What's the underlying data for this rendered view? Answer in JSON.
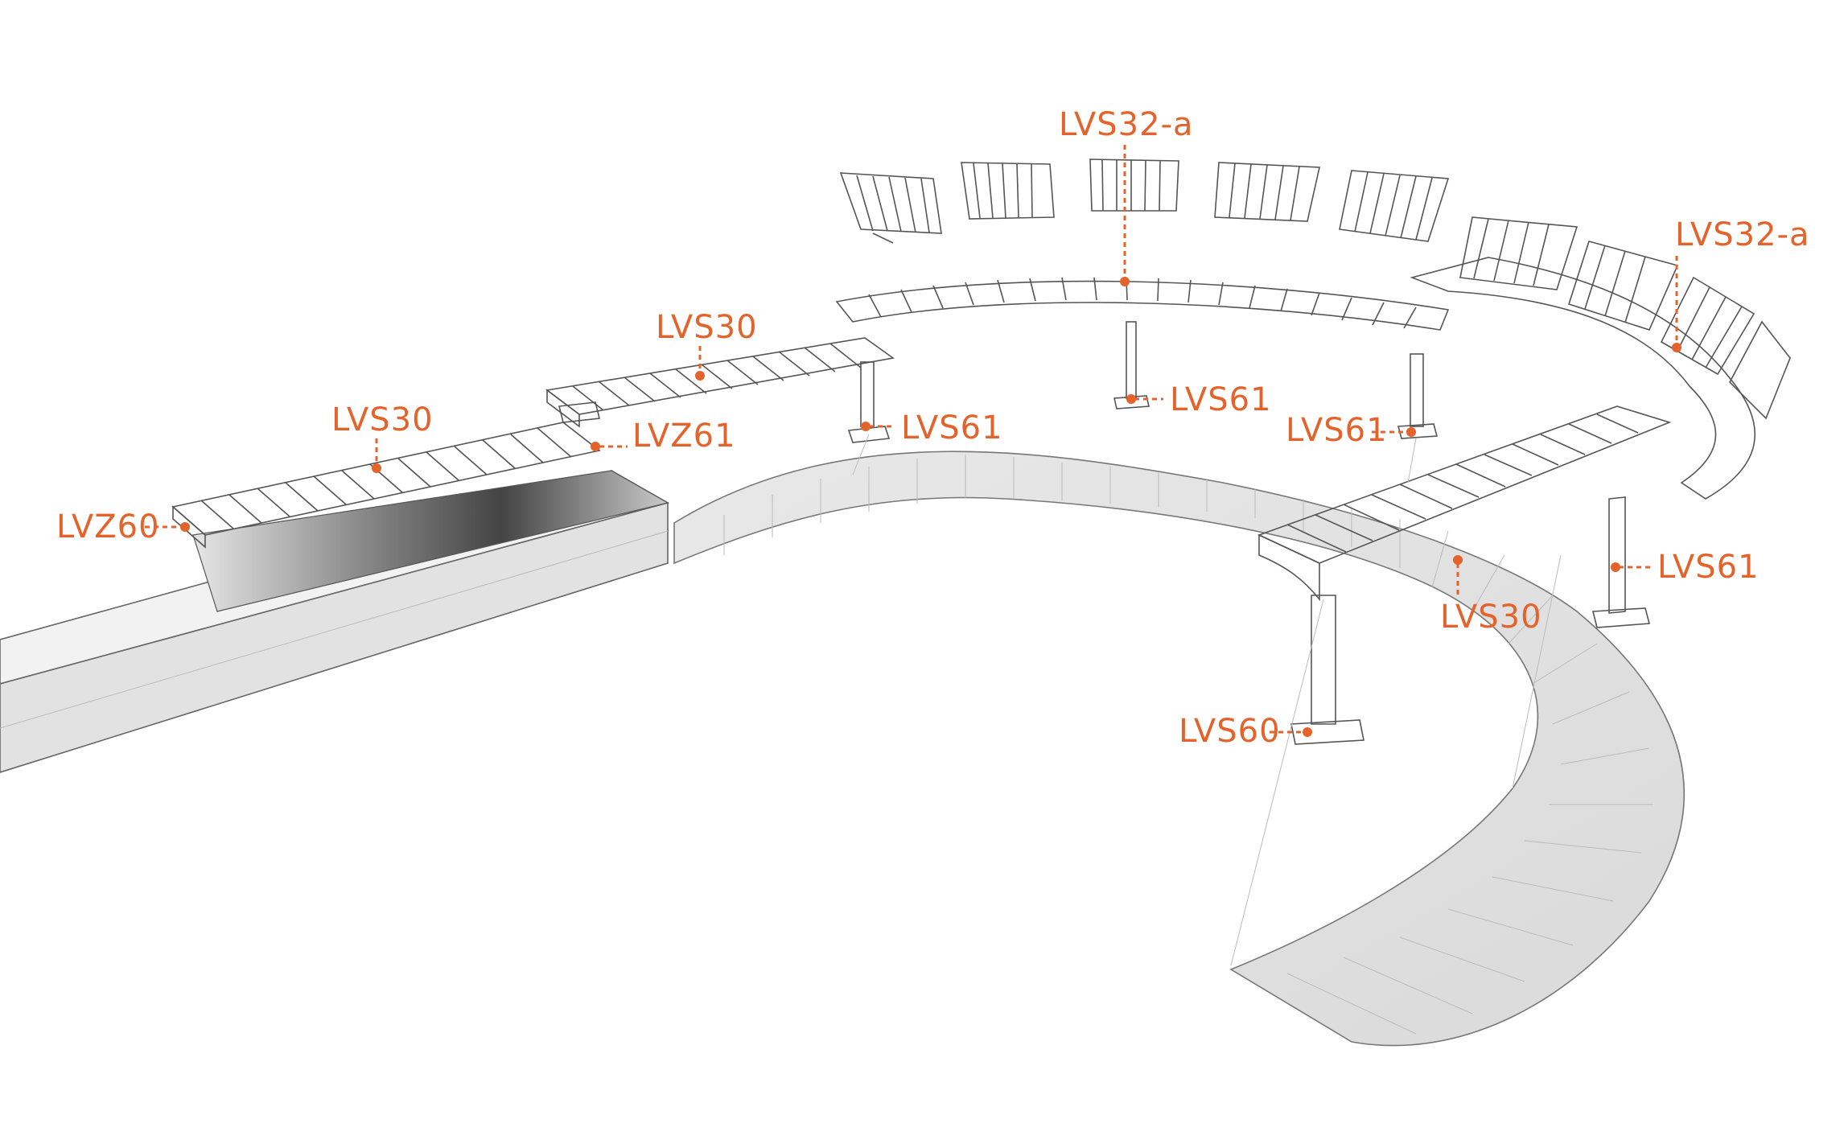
{
  "labels": {
    "lvz60": "LVZ60",
    "lvs30_left": "LVS30",
    "lvz61": "LVZ61",
    "lvs30_mid": "LVS30",
    "lvs61_a": "LVS61",
    "lvs32a_top": "LVS32-a",
    "lvs61_b": "LVS61",
    "lvs61_c": "LVS61",
    "lvs32a_right": "LVS32-a",
    "lvs61_d": "LVS61",
    "lvs30_right": "LVS30",
    "lvs60": "LVS60"
  },
  "colors": {
    "callout": "#e4632a",
    "line": "#555555",
    "surface": "#ffffff",
    "shadow": "#dcdcdc"
  }
}
